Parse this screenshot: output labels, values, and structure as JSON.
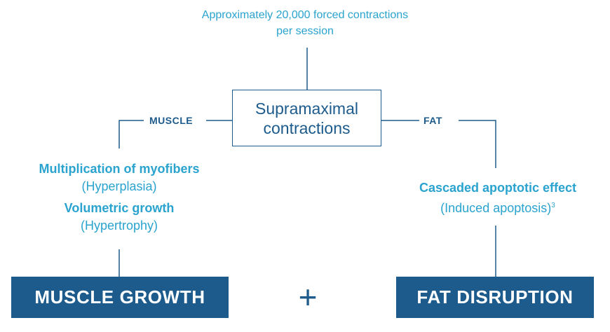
{
  "top_note": {
    "line1": "Approximately 20,000 forced contractions",
    "line2": "per session"
  },
  "center_box": {
    "line1": "Supramaximal",
    "line2": "contractions"
  },
  "branches": {
    "left_label": "MUSCLE",
    "right_label": "FAT"
  },
  "muscle_effects": [
    {
      "main": "Multiplication of myofibers",
      "sub": "(Hyperplasia)"
    },
    {
      "main": "Volumetric growth",
      "sub": "(Hypertrophy)"
    }
  ],
  "fat_effects": {
    "main": "Cascaded apoptotic effect",
    "sub": "(Induced apoptosis)",
    "footnote": "3"
  },
  "results": {
    "left": "MUSCLE GROWTH",
    "operator": "+",
    "right": "FAT DISRUPTION"
  },
  "colors": {
    "navy": "#1d5b8c",
    "cyan": "#2aa3cf",
    "background": "#ffffff"
  }
}
